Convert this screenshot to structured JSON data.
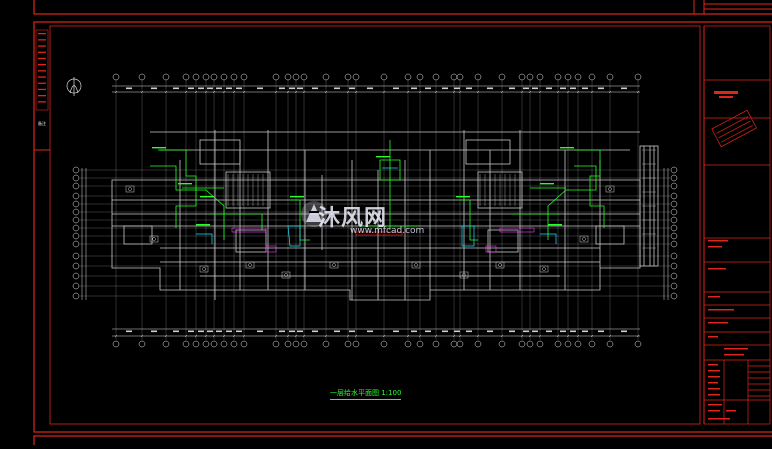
{
  "drawing": {
    "plan_title": "一层给水平面图 1:100",
    "watermark_brand": "沐风网",
    "watermark_url": "www.mfcad.com",
    "colors": {
      "background": "#000000",
      "frame": "#e0251c",
      "walls": "#c8c8c8",
      "grid": "#e8e8e8",
      "pipes": "#28ff28",
      "cyan": "#26e0ff",
      "magenta": "#ff3cff",
      "red": "#ff2020"
    }
  }
}
